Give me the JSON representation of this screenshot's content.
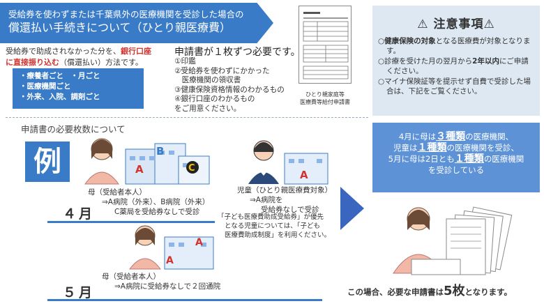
{
  "banner": {
    "line1": "受給券を使わずまたは千葉県外の医療機関を受診した場合の",
    "line2": "償還払い手続きについて（ひとり親医療費）"
  },
  "intro": {
    "a": "受給券で助成されなかった分を、",
    "b": "銀行口座",
    "c": "に直接振り込む",
    "d": "（償還払い）方法です。"
  },
  "list": [
    "・療養者ごと　・月ごと",
    "・医療機関ごと",
    "・外来、入院、調剤ごと"
  ],
  "req": {
    "head": "申請書が１枚ずつ必要です。",
    "items": [
      "①印鑑",
      "②受給券を使わずにかかった",
      "　医療機関の領収書",
      "③健康保険資格情報のわかるもの",
      "④銀行口座のわかるもの",
      "をご用意ください。"
    ]
  },
  "form": {
    "caption1": "ひとり親家庭等",
    "caption2": "医療費等給付申請書"
  },
  "notice": {
    "title": "⚠ 注意事項⚠",
    "items": [
      {
        "pre": "○",
        "bold": "健康保険の対象",
        "rest": "となる医療費が対象となります。"
      },
      {
        "pre": "○診療を受けた月の翌月から",
        "bold": "2年以内",
        "rest": "にご申請ください。"
      },
      {
        "pre": "○マイナ保険証等を提示せず自費で受診した場合は、下記をご覧ください。",
        "bold": "",
        "rest": ""
      }
    ]
  },
  "section_title": "申請書の必要枚数について",
  "rei": "例",
  "mother_apr": {
    "l1": "母（受給者本人）",
    "l2": "⇒A病院（外来）、B病院（外来）",
    "l3": "C薬局を受給券なしで受診"
  },
  "child": {
    "l1": "児童（ひとり親医療費対象）",
    "l2": "⇒A病院を",
    "l3": "受給券なしで受診"
  },
  "note": {
    "l1": "「子ども医療費助成受給券」が優先",
    "l2": "となる児童については、「子ども",
    "l3": "医療費助成制度」を利用ください。"
  },
  "mother_may": {
    "l1": "母（受給者本人）",
    "l2": "⇒A病院に受給券なしで２回通院"
  },
  "months": {
    "apr": "４月",
    "may": "５月"
  },
  "summary": {
    "l1a": "4月に母は",
    "l1b": "３種類",
    "l1c": "の医療機関、",
    "l2a": "児童は",
    "l2b": "１種類",
    "l2c": "の医療機関を受診、",
    "l3a": "5月に母は2日とも",
    "l3b": "１種類",
    "l3c": "の医療機関",
    "l4": "を受診している"
  },
  "final": {
    "a": "この場合、必要な申請書は",
    "b": "5枚",
    "c": "となります。"
  },
  "letters": {
    "a": "A",
    "b": "B",
    "c": "C"
  },
  "colors": {
    "blue": "#3a7bc8",
    "red": "#d1332e"
  }
}
